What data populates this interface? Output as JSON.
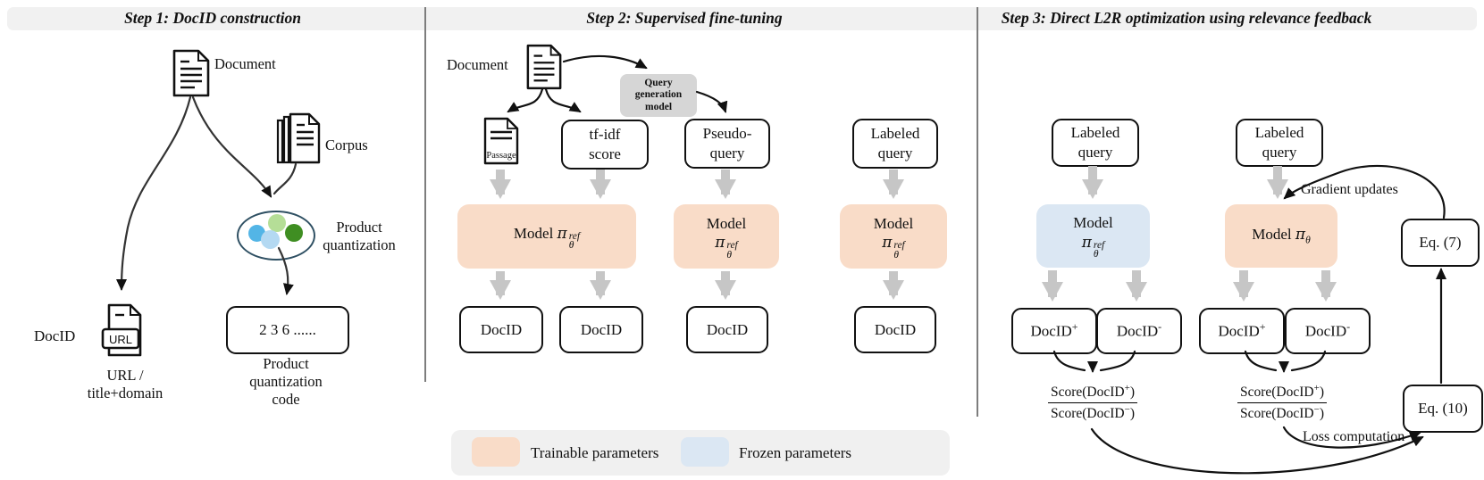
{
  "step1": {
    "title": "Step 1: DocID construction",
    "document_label": "Document",
    "corpus_label": "Corpus",
    "pq_line1": "Product",
    "pq_line2": "quantization",
    "docid_label": "DocID",
    "url_badge": "URL",
    "url_caption_line1": "URL /",
    "url_caption_line2": "title+domain",
    "code_value": "2 3 6 ......",
    "code_caption_line1": "Product",
    "code_caption_line2": "quantization",
    "code_caption_line3": "code"
  },
  "step2": {
    "title": "Step 2: Supervised fine-tuning",
    "document_label": "Document",
    "passage_label": "Passage",
    "qgen_line1": "Query",
    "qgen_line2": "generation",
    "qgen_line3": "model",
    "tfidf_line1": "tf-idf",
    "tfidf_line2": "score",
    "pseudo_line1": "Pseudo-",
    "pseudo_line2": "query",
    "labeled_line1": "Labeled",
    "labeled_line2": "query",
    "model_prefix": "Model",
    "pi": "π",
    "ref_sup": "ref",
    "theta_sub": "θ",
    "docid": "DocID"
  },
  "step3": {
    "title": "Step 3: Direct L2R optimization using relevance feedback",
    "labeled_line1": "Labeled",
    "labeled_line2": "query",
    "model_prefix": "Model",
    "pi": "π",
    "ref_sup": "ref",
    "theta_sub": "θ",
    "docid_base": "DocID",
    "plus": "+",
    "minus": "-",
    "score_pre": "Score(DocID",
    "score_close": ")",
    "minus_sup": "−",
    "eq7": "Eq. (7)",
    "eq10": "Eq. (10)",
    "gradient_label": "Gradient updates",
    "loss_label": "Loss computation"
  },
  "legend": {
    "trainable": "Trainable parameters",
    "frozen": "Frozen parameters"
  },
  "colors": {
    "trainable_fill": "#f9dcc8",
    "frozen_fill": "#dbe7f3",
    "header_band": "#f1f1f1",
    "gray_arrow": "#c6c6c6"
  }
}
